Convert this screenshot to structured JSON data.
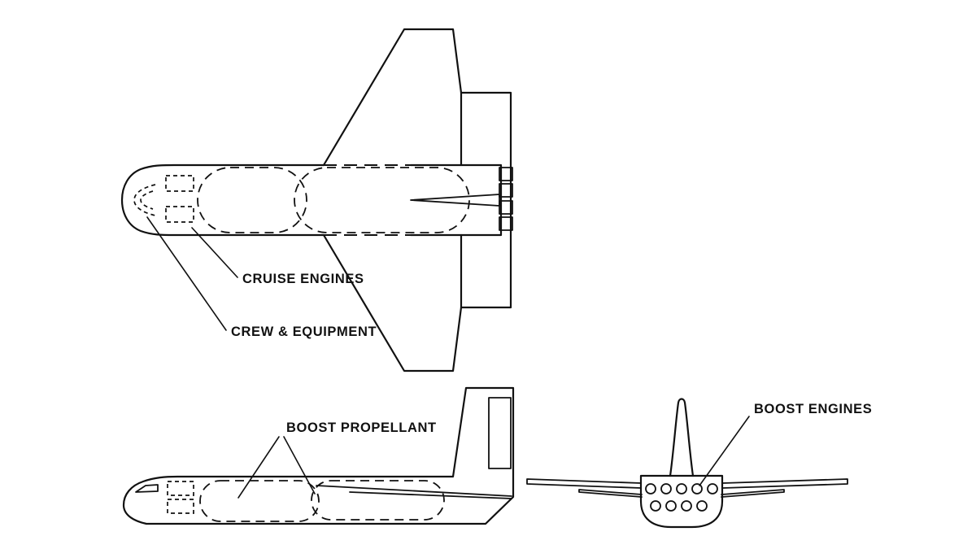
{
  "labels": {
    "cruise_engines": "CRUISE ENGINES",
    "crew_equipment": "CREW & EQUIPMENT",
    "boost_propellant": "BOOST PROPELLANT",
    "boost_engines": "BOOST ENGINES"
  },
  "style": {
    "background": "#ffffff",
    "line_color": "#111111"
  }
}
